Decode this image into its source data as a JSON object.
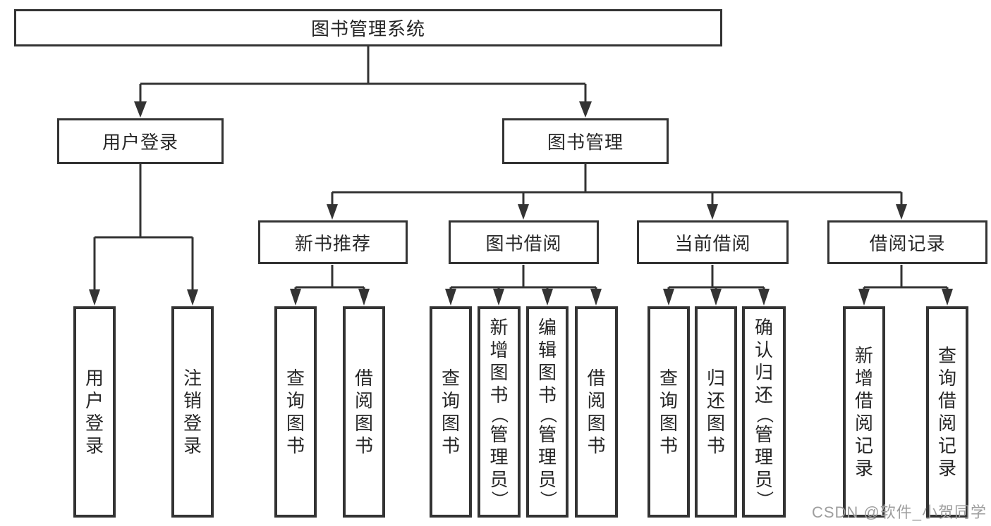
{
  "diagram": {
    "root": {
      "label": "图书管理系统"
    },
    "branches": [
      {
        "label": "用户登录",
        "children": [
          {
            "label": "用户登录"
          },
          {
            "label": "注销登录"
          }
        ]
      },
      {
        "label": "图书管理",
        "children": [
          {
            "label": "新书推荐",
            "children": [
              {
                "label": "查询图书"
              },
              {
                "label": "借阅图书"
              }
            ]
          },
          {
            "label": "图书借阅",
            "children": [
              {
                "label": "查询图书"
              },
              {
                "label": "新增图书（管理员）"
              },
              {
                "label": "编辑图书（管理员）"
              },
              {
                "label": "借阅图书"
              }
            ]
          },
          {
            "label": "当前借阅",
            "children": [
              {
                "label": "查询图书"
              },
              {
                "label": "归还图书"
              },
              {
                "label": "确认归还（管理员）"
              }
            ]
          },
          {
            "label": "借阅记录",
            "children": [
              {
                "label": "新增借阅记录"
              },
              {
                "label": "查询借阅记录"
              }
            ]
          }
        ]
      }
    ]
  },
  "watermark": {
    "text": "CSDN @软件_小贺同学"
  },
  "colors": {
    "line": "#333333",
    "text": "#262626",
    "watermark": "#9e9e9e",
    "background": "#ffffff"
  }
}
